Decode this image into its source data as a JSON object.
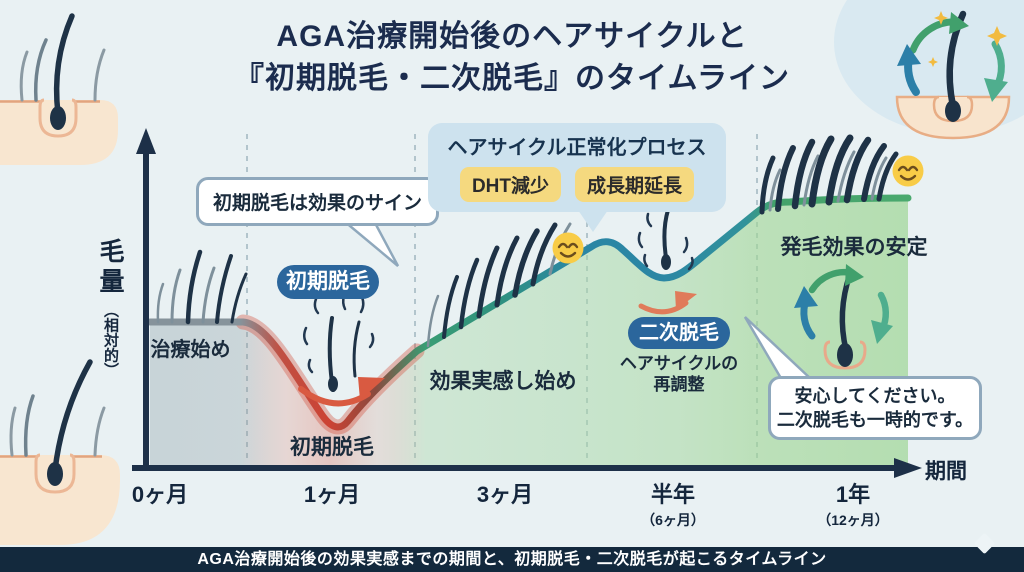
{
  "title": {
    "line1": "AGA治療開始後のヘアサイクルと",
    "line2": "『初期脱毛・二次脱毛』のタイムライン"
  },
  "y_axis": {
    "label_main": "毛量",
    "label_sub": "（相対的）"
  },
  "x_axis": {
    "label": "期間",
    "ticks": [
      {
        "main": "0ヶ月",
        "sub": ""
      },
      {
        "main": "1ヶ月",
        "sub": ""
      },
      {
        "main": "3ヶ月",
        "sub": ""
      },
      {
        "main": "半年",
        "sub": "（6ヶ月）"
      },
      {
        "main": "1年",
        "sub": "（12ヶ月）"
      }
    ]
  },
  "annotations": {
    "start_phase": "治療始め",
    "shedding_tip": "初期脱毛は効果のサイン",
    "shedding_badge": "初期脱毛",
    "shedding_valley_label": "初期脱毛",
    "normalization_title": "ヘアサイクル正常化プロセス",
    "normalization_badge_1": "DHT減少",
    "normalization_badge_2": "成長期延長",
    "effect_phase": "効果実感し始め",
    "secondary_badge": "二次脱毛",
    "secondary_line1": "ヘアサイクルの",
    "secondary_line2": "再調整",
    "stability_phase": "発毛効果の安定",
    "reassurance_line1": "安心してください。",
    "reassurance_line2": "二次脱毛も一時的です。"
  },
  "footer": {
    "text": "AGA治療開始後の効果実感までの期間と、初期脱毛・二次脱毛が起こるタイムライン"
  },
  "colors": {
    "badge_blue": "#2B669C",
    "shedding_red": "#CC4233",
    "recovery_green": "#3A9D74",
    "cycle_blue": "#2B86A4",
    "stability_green": "#4AA96E",
    "pre_treatment_gray": "#86939B",
    "highlight_yellow": "#F5D97F",
    "callout_blue": "#CDE2EE",
    "title_navy": "#1B2C4E",
    "footer_navy": "#13293D",
    "smiley_yellow": "#F8CC47"
  },
  "icons": [
    "smiley-face-icon",
    "hair-cycle-icon",
    "hair-follicle-icon",
    "hair-tuft-icon",
    "recovery-arrow-icon",
    "sparkle-icon",
    "diamond-sparkle-icon"
  ],
  "chart_data": {
    "type": "line",
    "title": "AGA治療開始後のヘアサイクルと『初期脱毛・二次脱毛』のタイムライン",
    "xlabel": "期間",
    "ylabel": "毛量（相対的）",
    "x_ticks": [
      "0ヶ月",
      "1ヶ月",
      "3ヶ月",
      "半年（6ヶ月）",
      "1年（12ヶ月）"
    ],
    "y_axis_numeric_labels": false,
    "grid": "vertical dashed section dividers",
    "legend": "none",
    "series": [
      {
        "name": "毛量（相対的）",
        "unit": "relative percent (estimated from drawing)",
        "points": [
          {
            "x_months": 0,
            "y_rel": 45,
            "phase": "治療始め",
            "segment_color": "#86939B"
          },
          {
            "x_months": 1,
            "y_rel": 13,
            "phase": "初期脱毛（初期脱毛は効果のサイン）",
            "segment_color": "#CC4233"
          },
          {
            "x_months": 3,
            "y_rel": 53,
            "phase": "効果実感し始め（ヘアサイクル正常化プロセス：DHT減少・成長期延長）",
            "segment_color": "#3A9D74"
          },
          {
            "x_months": 5,
            "y_rel": 67,
            "phase": "",
            "segment_color": "#2B86A4"
          },
          {
            "x_months": 6,
            "y_rel": 57,
            "phase": "二次脱毛（ヘアサイクルの再調整）",
            "segment_color": "#2B86A4"
          },
          {
            "x_months": 12,
            "y_rel": 82,
            "phase": "発毛効果の安定（安心してください。二次脱毛も一時的です。）",
            "segment_color": "#4AA96E"
          }
        ]
      }
    ]
  }
}
